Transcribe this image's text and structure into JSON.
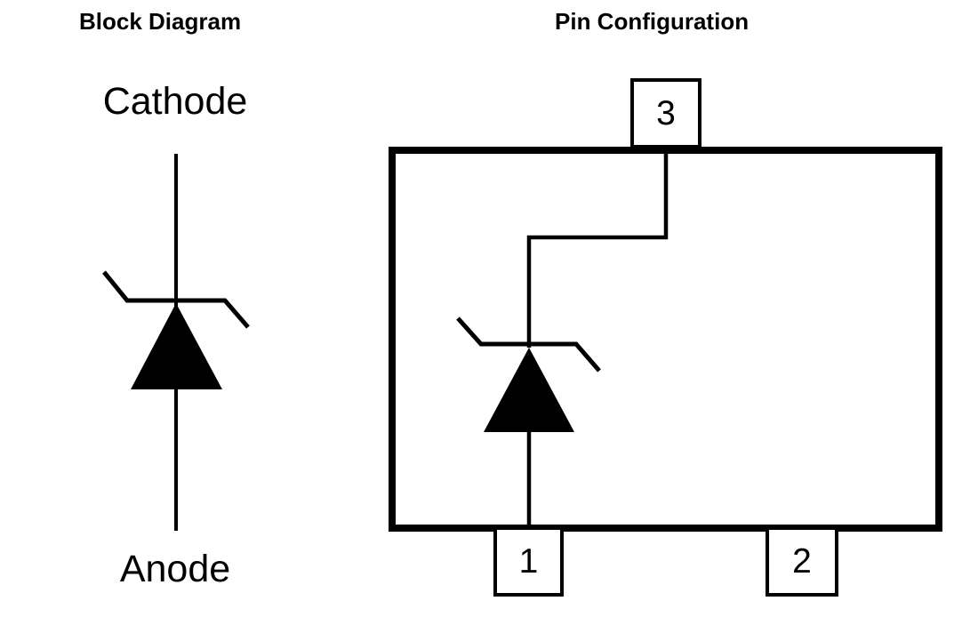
{
  "page": {
    "background_color": "#ffffff",
    "line_color": "#000000"
  },
  "block_diagram": {
    "title": "Block Diagram",
    "top_terminal": "Cathode",
    "bottom_terminal": "Anode",
    "component": "zener-diode-symbol"
  },
  "pin_configuration": {
    "title": "Pin Configuration",
    "internal_component": "zener-diode-symbol",
    "pins": [
      {
        "number": "3",
        "position": "top"
      },
      {
        "number": "1",
        "position": "bottom-left"
      },
      {
        "number": "2",
        "position": "bottom-right"
      }
    ]
  }
}
